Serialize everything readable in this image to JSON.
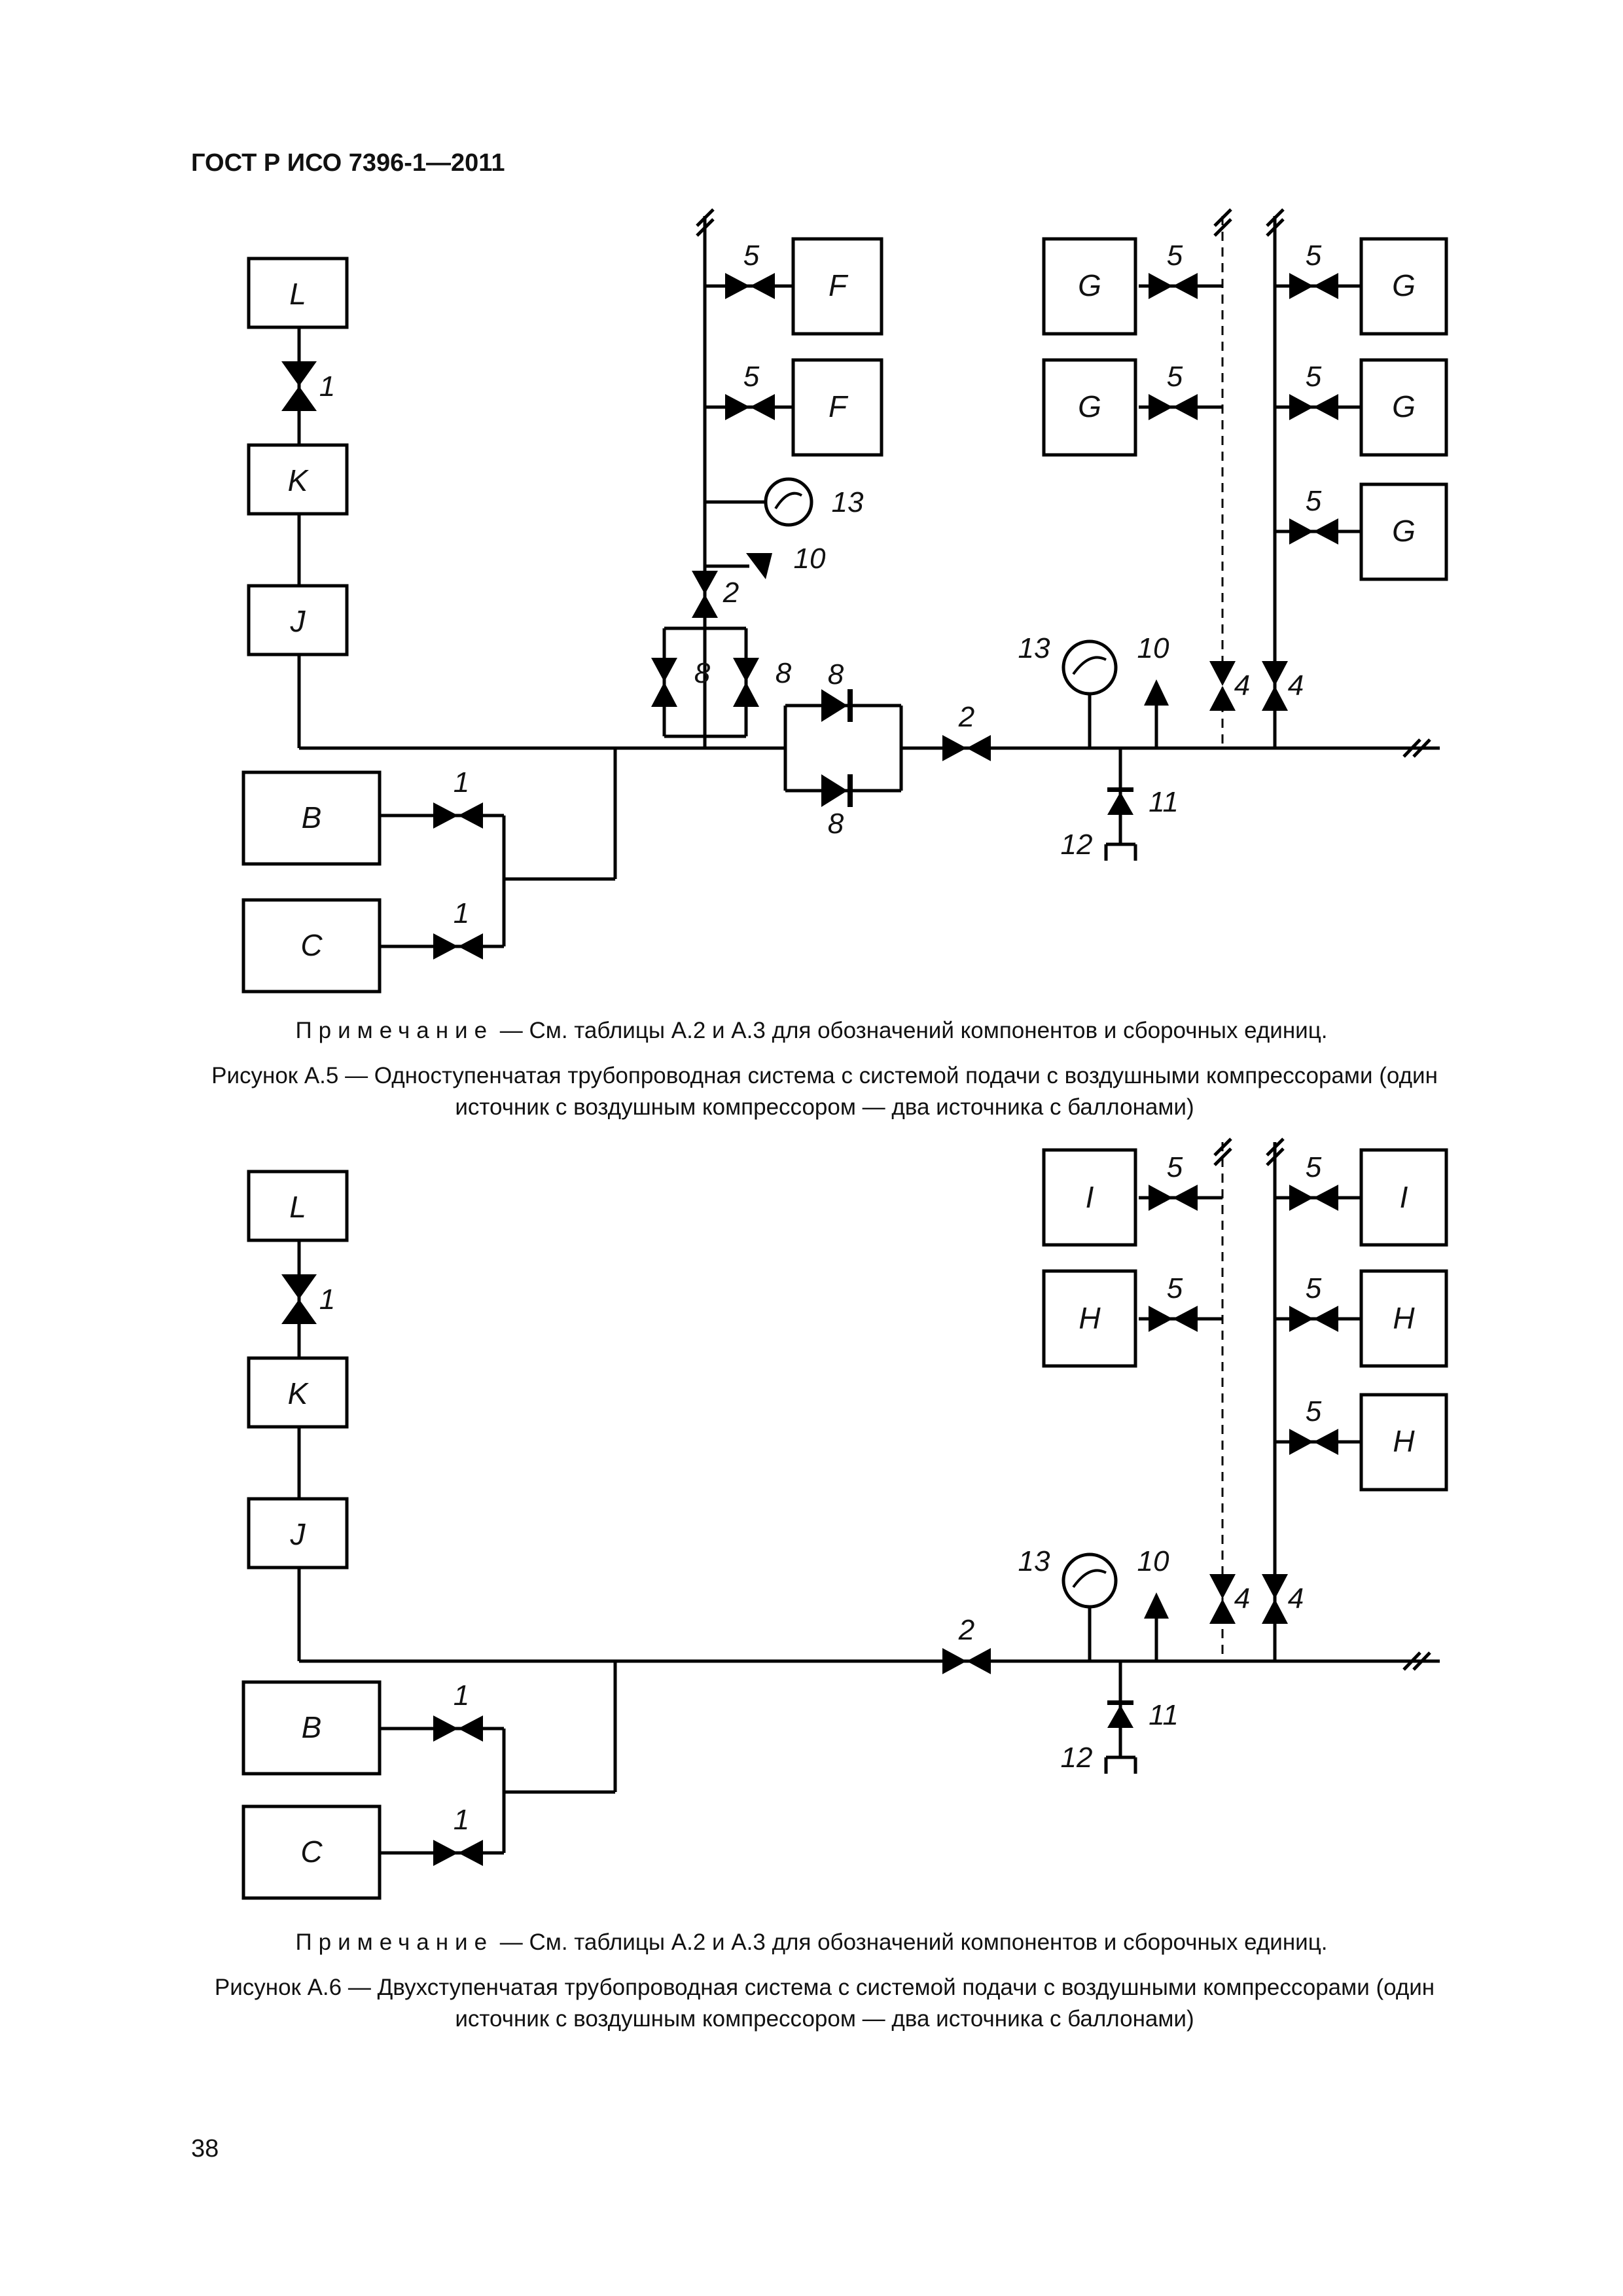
{
  "header": "ГОСТ Р ИСО 7396-1—2011",
  "figures": [
    {
      "boxes": [
        "L",
        "K",
        "J",
        "B",
        "C",
        "F",
        "F",
        "G",
        "G",
        "G",
        "G",
        "G"
      ],
      "numbers": [
        "1",
        "1",
        "1",
        "5",
        "5",
        "13",
        "10",
        "2",
        "8",
        "8",
        "8",
        "8",
        "2",
        "13",
        "10",
        "4",
        "4",
        "11",
        "12",
        "5",
        "5",
        "5",
        "5",
        "5"
      ],
      "note_prefix": "Примечание",
      "note_text": " — См. таблицы А.2 и А.3 для обозначений компонентов и сборочных единиц.",
      "caption_line1": "Рисунок А.5 — Одноступенчатая трубопроводная система с системой подачи с воздушными компрессорами (один",
      "caption_line2": "источник с воздушным компрессором — два источника с баллонами)"
    },
    {
      "boxes": [
        "L",
        "K",
        "J",
        "B",
        "C",
        "I",
        "H",
        "I",
        "H",
        "H"
      ],
      "numbers": [
        "1",
        "1",
        "1",
        "2",
        "13",
        "10",
        "4",
        "4",
        "11",
        "12",
        "5",
        "5",
        "5",
        "5",
        "5"
      ],
      "note_prefix": "Примечание",
      "note_text": " — См. таблицы А.2 и А.3 для обозначений компонентов и сборочных единиц.",
      "caption_line1": "Рисунок А.6 — Двухступенчатая трубопроводная система с системой подачи с воздушными компрессорами (один",
      "caption_line2": "источник с воздушным компрессором — два источника с баллонами)"
    }
  ],
  "page_number": "38"
}
